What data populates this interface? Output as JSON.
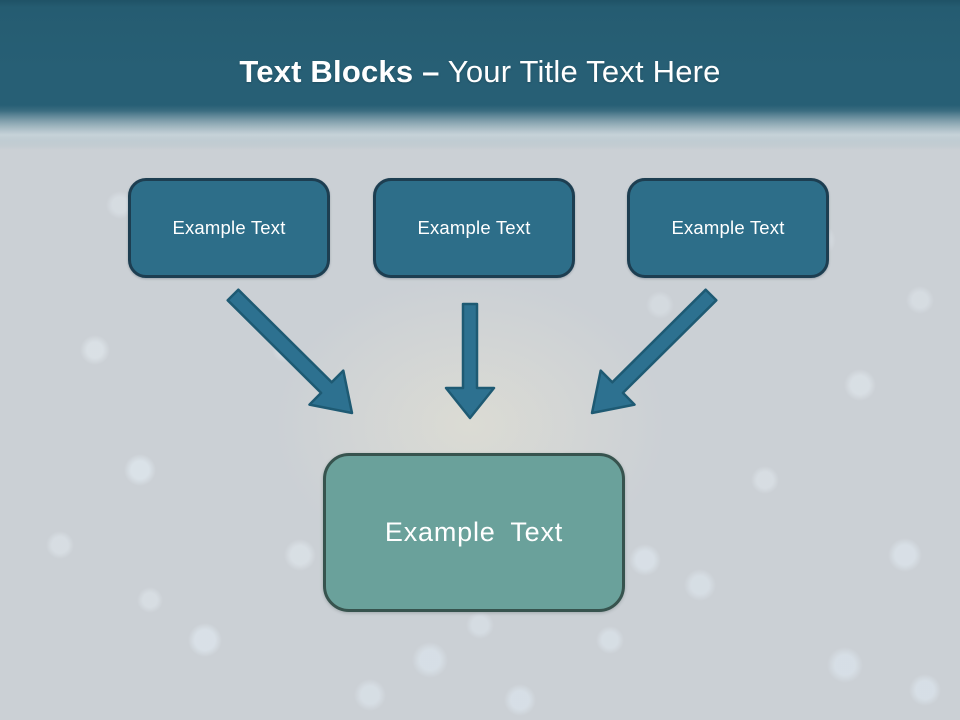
{
  "header": {
    "title_bold": "Text Blocks –",
    "title_rest": " Your Title Text Here"
  },
  "diagram": {
    "top_boxes": [
      {
        "label": "Example Text"
      },
      {
        "label": "Example Text"
      },
      {
        "label": "Example Text"
      }
    ],
    "center_box": {
      "label": "Example Text"
    },
    "arrows": [
      "down-right",
      "down",
      "down-left"
    ]
  },
  "colors": {
    "header_teal": "#275f75",
    "title_text": "#ffffff",
    "box_fill": "#2d6e89",
    "box_border": "#1d3e51",
    "center_fill": "#6aa19b",
    "center_border": "#37534e",
    "arrow_fill": "#2d7190",
    "arrow_outline": "#1e5a73",
    "background": "#cbd0d5"
  }
}
